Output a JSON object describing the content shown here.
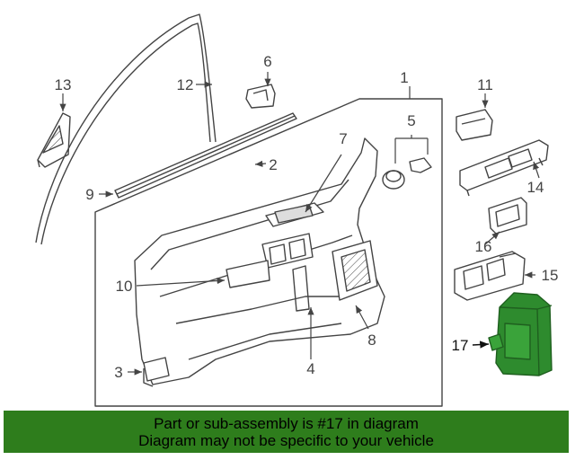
{
  "colors": {
    "line": "#444444",
    "highlight_fill": "#2e8b2e",
    "highlight_stroke": "#1f5f1f",
    "banner_bg": "#2e7d1c",
    "banner_text": "#000000"
  },
  "callouts": {
    "n1": "1",
    "n2": "2",
    "n3": "3",
    "n4": "4",
    "n5": "5",
    "n6": "6",
    "n7": "7",
    "n8": "8",
    "n9": "9",
    "n10": "10",
    "n11": "11",
    "n12": "12",
    "n13": "13",
    "n14": "14",
    "n15": "15",
    "n16": "16",
    "n17": "17"
  },
  "banner": {
    "line1": "Part or sub-assembly is #17 in diagram",
    "line2": "Diagram may not be specific to your vehicle"
  }
}
